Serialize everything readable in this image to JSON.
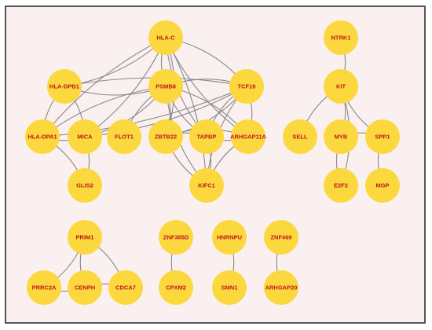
{
  "style": {
    "background": "#fbf0f0",
    "frame": "#555555",
    "node_fill": "#fcd83f",
    "label_color": "#c0161a",
    "edge_color": "#888888"
  },
  "nodes": [
    {
      "id": "HLA-C"
    },
    {
      "id": "HLA-DPB1"
    },
    {
      "id": "PSMB8"
    },
    {
      "id": "TCF19"
    },
    {
      "id": "HLA-DPA1"
    },
    {
      "id": "MICA"
    },
    {
      "id": "FLOT1"
    },
    {
      "id": "ZBTB22"
    },
    {
      "id": "TAPBP"
    },
    {
      "id": "ARHGAP11A"
    },
    {
      "id": "GLIS2"
    },
    {
      "id": "KIFC1"
    },
    {
      "id": "NTRK1"
    },
    {
      "id": "KIT"
    },
    {
      "id": "SELL"
    },
    {
      "id": "MYB"
    },
    {
      "id": "SPP1"
    },
    {
      "id": "E2F2"
    },
    {
      "id": "MGP"
    },
    {
      "id": "PRIM1"
    },
    {
      "id": "PRRC2A"
    },
    {
      "id": "CENPH"
    },
    {
      "id": "CDCA7"
    },
    {
      "id": "ZNF385D"
    },
    {
      "id": "CPXM2"
    },
    {
      "id": "HNRNPU"
    },
    {
      "id": "SMN1"
    },
    {
      "id": "ZNF469"
    },
    {
      "id": "ARHGAP20"
    }
  ],
  "edges": [
    [
      "HLA-C",
      "HLA-DPB1"
    ],
    [
      "HLA-C",
      "HLA-DPA1"
    ],
    [
      "HLA-C",
      "MICA"
    ],
    [
      "HLA-C",
      "PSMB8"
    ],
    [
      "HLA-C",
      "TCF19"
    ],
    [
      "HLA-C",
      "TAPBP"
    ],
    [
      "HLA-C",
      "ZBTB22"
    ],
    [
      "HLA-C",
      "ARHGAP11A"
    ],
    [
      "HLA-C",
      "KIFC1"
    ],
    [
      "HLA-DPB1",
      "HLA-DPA1"
    ],
    [
      "HLA-DPB1",
      "MICA"
    ],
    [
      "HLA-DPB1",
      "PSMB8"
    ],
    [
      "HLA-DPB1",
      "TCF19"
    ],
    [
      "HLA-DPA1",
      "MICA"
    ],
    [
      "HLA-DPA1",
      "PSMB8"
    ],
    [
      "HLA-DPA1",
      "TCF19"
    ],
    [
      "HLA-DPA1",
      "GLIS2"
    ],
    [
      "MICA",
      "PSMB8"
    ],
    [
      "MICA",
      "GLIS2"
    ],
    [
      "MICA",
      "TCF19"
    ],
    [
      "PSMB8",
      "TCF19"
    ],
    [
      "PSMB8",
      "FLOT1"
    ],
    [
      "PSMB8",
      "ZBTB22"
    ],
    [
      "PSMB8",
      "TAPBP"
    ],
    [
      "PSMB8",
      "ARHGAP11A"
    ],
    [
      "PSMB8",
      "KIFC1"
    ],
    [
      "TCF19",
      "ZBTB22"
    ],
    [
      "TCF19",
      "TAPBP"
    ],
    [
      "TCF19",
      "ARHGAP11A"
    ],
    [
      "TCF19",
      "KIFC1"
    ],
    [
      "ZBTB22",
      "TAPBP"
    ],
    [
      "ZBTB22",
      "KIFC1"
    ],
    [
      "ZBTB22",
      "ARHGAP11A"
    ],
    [
      "TAPBP",
      "ARHGAP11A"
    ],
    [
      "TAPBP",
      "KIFC1"
    ],
    [
      "ARHGAP11A",
      "KIFC1"
    ],
    [
      "NTRK1",
      "KIT"
    ],
    [
      "KIT",
      "SELL"
    ],
    [
      "KIT",
      "MYB"
    ],
    [
      "KIT",
      "SPP1"
    ],
    [
      "KIT",
      "E2F2"
    ],
    [
      "MYB",
      "E2F2"
    ],
    [
      "MYB",
      "SPP1"
    ],
    [
      "SPP1",
      "MGP"
    ],
    [
      "PRIM1",
      "PRRC2A"
    ],
    [
      "PRIM1",
      "CENPH"
    ],
    [
      "PRIM1",
      "CDCA7"
    ],
    [
      "PRRC2A",
      "CENPH"
    ],
    [
      "CENPH",
      "CDCA7"
    ],
    [
      "ZNF385D",
      "CPXM2"
    ],
    [
      "HNRNPU",
      "SMN1"
    ],
    [
      "ZNF469",
      "ARHGAP20"
    ]
  ]
}
